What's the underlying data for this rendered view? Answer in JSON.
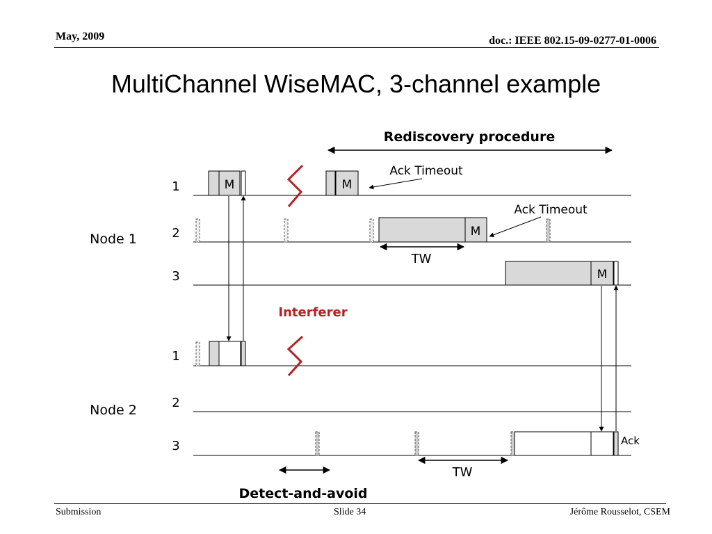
{
  "header": {
    "date": "May, 2009",
    "doc": "doc.: IEEE 802.15-09-0277-01-0006"
  },
  "title": "MultiChannel WiseMAC, 3-channel example",
  "diagram": {
    "rediscovery_label": "Rediscovery procedure",
    "ack_timeout_1": "Ack Timeout",
    "ack_timeout_2": "Ack Timeout",
    "interferer_label": "Interferer",
    "interferer_color": "#b22222",
    "node1_label": "Node 1",
    "node2_label": "Node 2",
    "channel_1": "1",
    "channel_2": "2",
    "channel_3": "3",
    "m_label": "M",
    "tw_label": "TW",
    "ack_label": "Ack",
    "detect_label": "Detect-and-avoid",
    "box_fill": "#d9d9d9"
  },
  "footer": {
    "left": "Submission",
    "mid": "Slide 34",
    "right": "Jérôme Rousselot, CSEM"
  }
}
